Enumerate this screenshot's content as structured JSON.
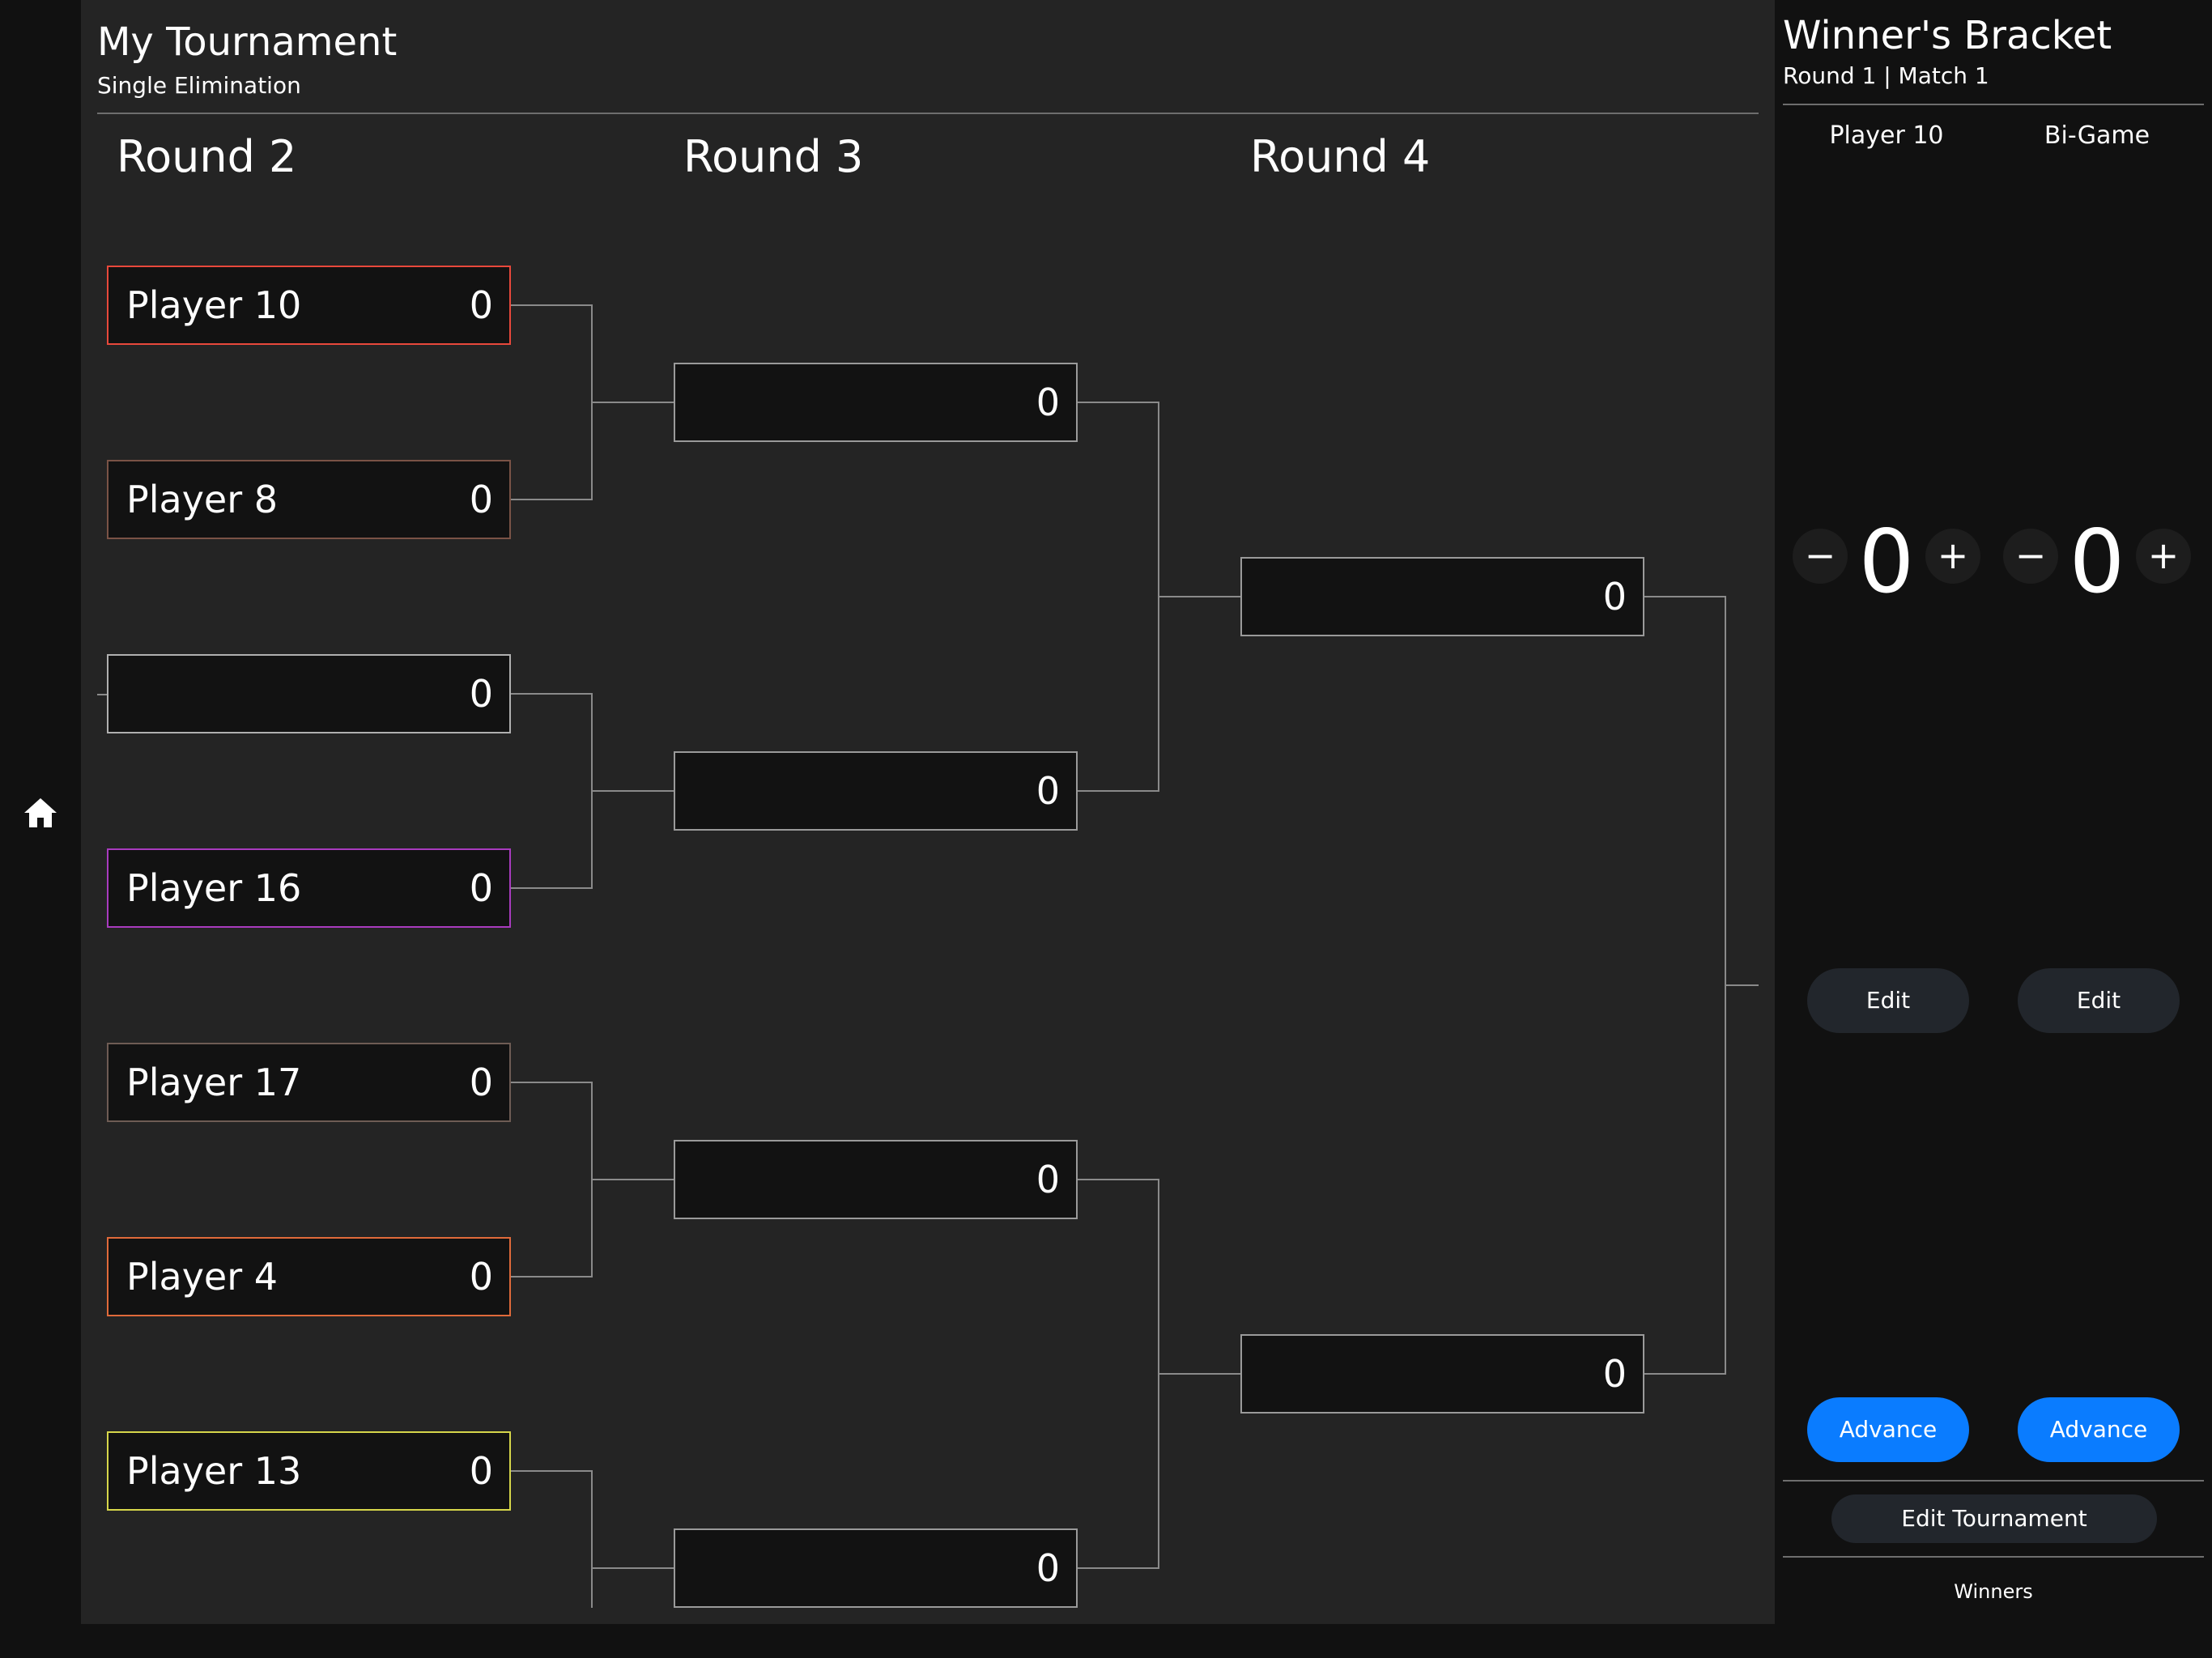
{
  "app": {
    "home_icon": "home-icon"
  },
  "tournament": {
    "title": "My Tournament",
    "format": "Single Elimination"
  },
  "rounds": [
    "Round 2",
    "Round 3",
    "Round 4"
  ],
  "bracket": {
    "round2": [
      {
        "player": "Player 10",
        "score": "0",
        "color": "#e8483b"
      },
      {
        "player": "Player 8",
        "score": "0",
        "color": "#7a5346"
      },
      {
        "player": "",
        "score": "0",
        "color": "#b0b0b0"
      },
      {
        "player": "Player 16",
        "score": "0",
        "color": "#a93bbf"
      },
      {
        "player": "Player 17",
        "score": "0",
        "color": "#6e5c54"
      },
      {
        "player": "Player 4",
        "score": "0",
        "color": "#e06a3a"
      },
      {
        "player": "Player 13",
        "score": "0",
        "color": "#d6d64a"
      }
    ],
    "round3": [
      {
        "player": "",
        "score": "0",
        "color": "#9a9a9a"
      },
      {
        "player": "",
        "score": "0",
        "color": "#9a9a9a"
      },
      {
        "player": "",
        "score": "0",
        "color": "#9a9a9a"
      },
      {
        "player": "",
        "score": "0",
        "color": "#9a9a9a"
      }
    ],
    "round4": [
      {
        "player": "",
        "score": "0",
        "color": "#9a9a9a"
      },
      {
        "player": "",
        "score": "0",
        "color": "#9a9a9a"
      }
    ]
  },
  "panel": {
    "title": "Winner's Bracket",
    "subtitle": "Round 1 | Match 1",
    "players": [
      {
        "name": "Player 10",
        "score": "0",
        "edit_label": "Edit",
        "advance_label": "Advance"
      },
      {
        "name": "Bi-Game",
        "score": "0",
        "edit_label": "Edit",
        "advance_label": "Advance"
      }
    ],
    "minus_symbol": "−",
    "plus_symbol": "+",
    "edit_tournament_label": "Edit Tournament",
    "winners_label": "Winners",
    "accent_color": "#0a7cff"
  }
}
